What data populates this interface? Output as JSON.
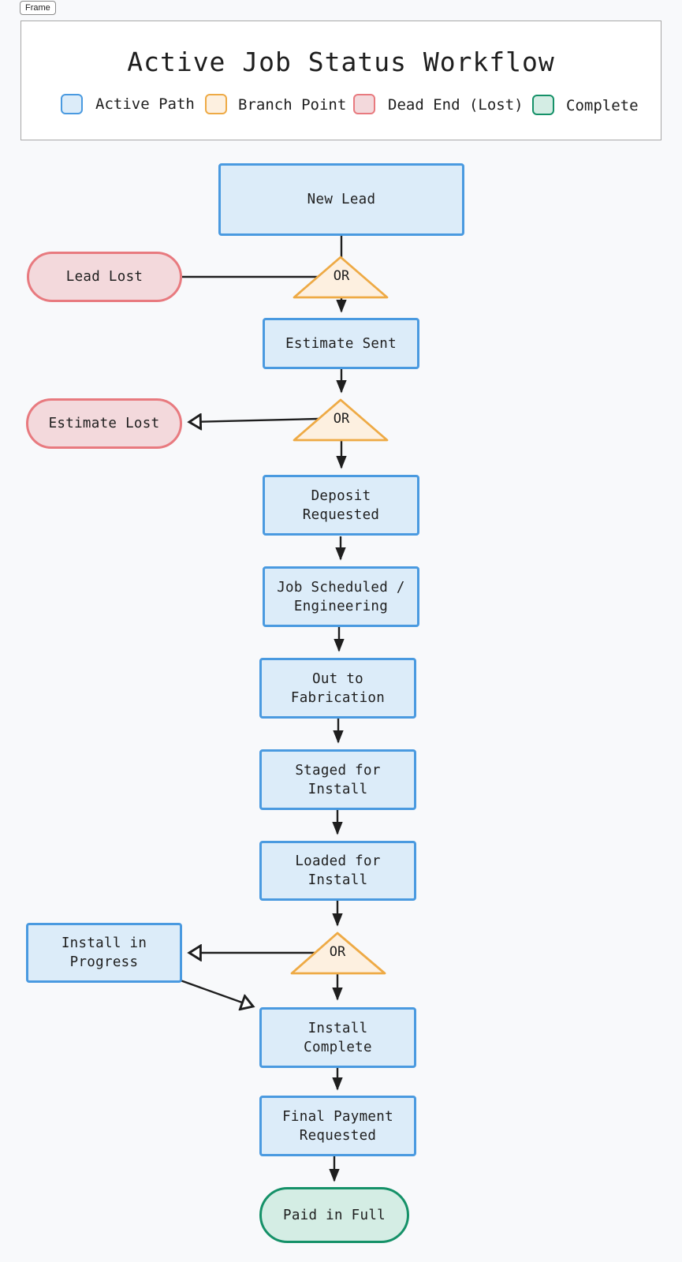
{
  "frame_label": "Frame",
  "title": "Active Job Status Workflow",
  "legend": [
    {
      "label": "Active Path",
      "fill": "#dcecf9",
      "stroke": "#4a9ae0"
    },
    {
      "label": "Branch Point",
      "fill": "#fdf0e0",
      "stroke": "#eeaa45"
    },
    {
      "label": "Dead End (Lost)",
      "fill": "#f3d9dc",
      "stroke": "#e87a7f"
    },
    {
      "label": "Complete",
      "fill": "#d4ede4",
      "stroke": "#159168"
    }
  ],
  "branch_label": "OR",
  "nodes": {
    "new_lead": "New Lead",
    "lead_lost": "Lead Lost",
    "estimate_sent": "Estimate Sent",
    "estimate_lost": "Estimate Lost",
    "deposit_requested": "Deposit\nRequested",
    "job_scheduled": "Job Scheduled /\nEngineering",
    "out_to_fabrication": "Out to\nFabrication",
    "staged_for_install": "Staged for\nInstall",
    "loaded_for_install": "Loaded for\nInstall",
    "install_in_progress": "Install in\nProgress",
    "install_complete": "Install\nComplete",
    "final_payment_requested": "Final Payment\nRequested",
    "paid_in_full": "Paid in Full"
  }
}
